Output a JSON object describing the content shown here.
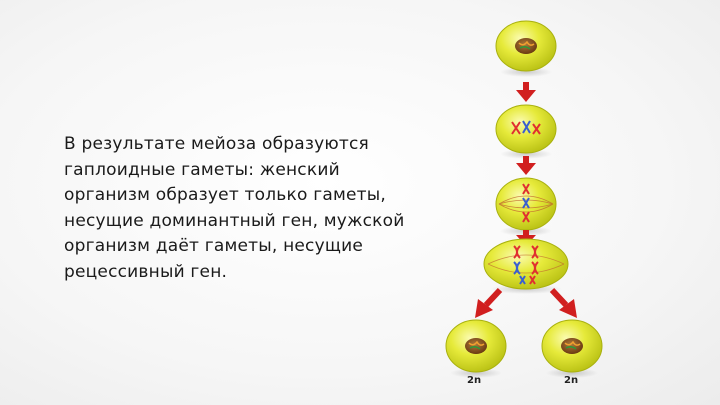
{
  "text": {
    "lines": [
      "В результате мейоза образуются",
      "гаплоидные гаметы: женский",
      "организм образует только гаметы,",
      "несущие доминантный ген, мужской",
      "организм даёт гаметы, несущие",
      "рецессивный ген."
    ]
  },
  "diagram": {
    "labels": [
      "2n",
      "2n"
    ],
    "colors": {
      "cell": "#d8dc1e",
      "cell_edge": "#9ea80a",
      "nucleus": "#7a4a1c",
      "arrow": "#d11f1f",
      "chromosome_red": "#e03030",
      "chromosome_blue": "#3a5fd0",
      "spindle": "#c26a30"
    },
    "icons": [
      "cell-icon",
      "down-arrow-icon",
      "diagonal-arrow-icon",
      "chromosome-icon"
    ]
  }
}
